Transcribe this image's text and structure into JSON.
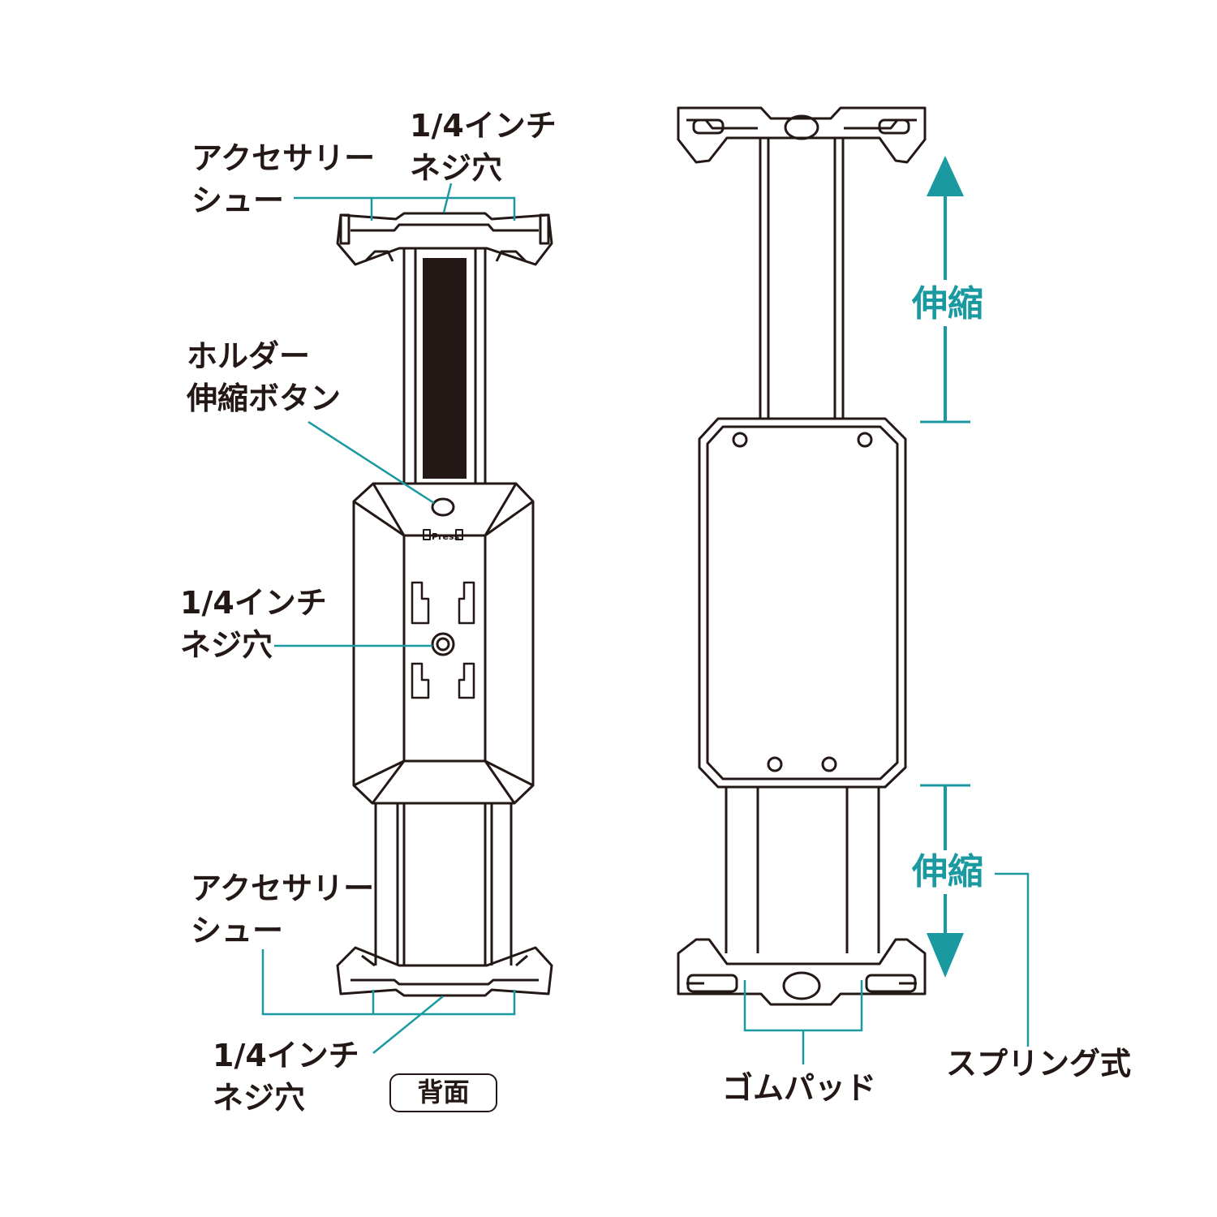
{
  "labels": {
    "accessory_shoe_top_l1": "アクセサリー",
    "accessory_shoe_top_l2": "シュー",
    "screw_hole_top_l1": "1/4インチ",
    "screw_hole_top_l2": "ネジ穴",
    "holder_button_l1": "ホルダー",
    "holder_button_l2": "伸縮ボタン",
    "screw_hole_mid_l1": "1/4インチ",
    "screw_hole_mid_l2": "ネジ穴",
    "accessory_shoe_bottom_l1": "アクセサリー",
    "accessory_shoe_bottom_l2": "シュー",
    "screw_hole_bottom_l1": "1/4インチ",
    "screw_hole_bottom_l2": "ネジ穴",
    "back_badge": "背面",
    "extend_top": "伸縮",
    "extend_bottom": "伸縮",
    "rubber_pad": "ゴムパッド",
    "spring_type": "スプリング式",
    "press_mark": "Press"
  },
  "colors": {
    "outline": "#231815",
    "accent": "#1a9aa0",
    "background": "#ffffff"
  }
}
